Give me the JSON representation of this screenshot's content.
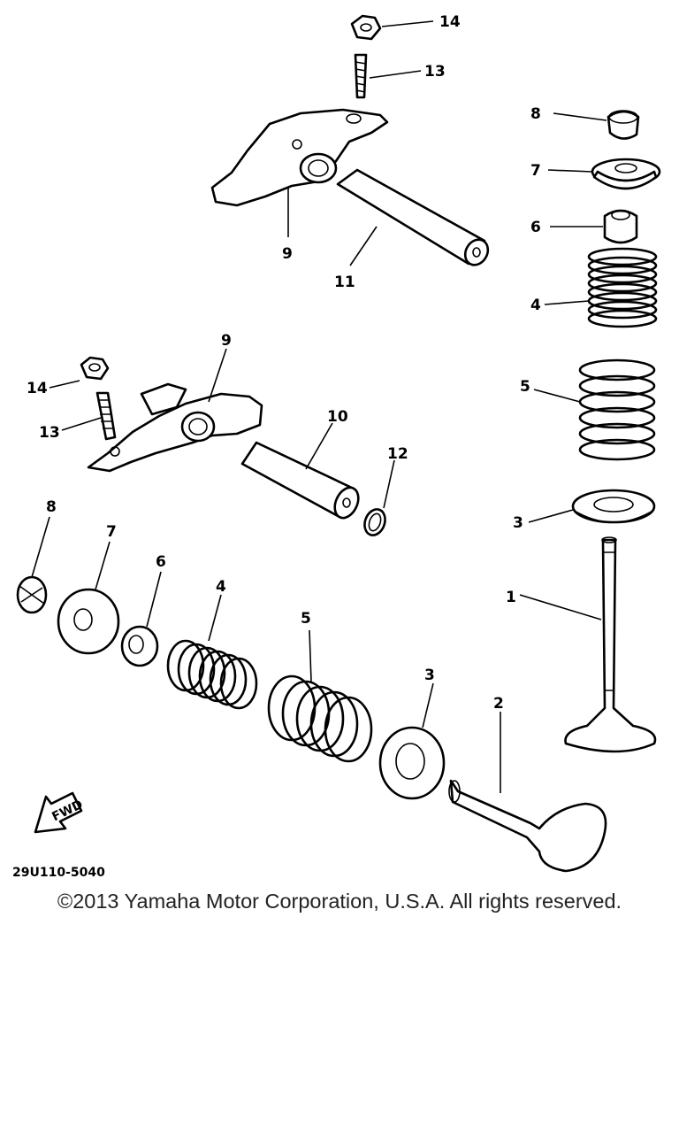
{
  "callouts": {
    "c1": "1",
    "c2": "2",
    "c3a": "3",
    "c3b": "3",
    "c4a": "4",
    "c4b": "4",
    "c5a": "5",
    "c5b": "5",
    "c6a": "6",
    "c6b": "6",
    "c7a": "7",
    "c7b": "7",
    "c8a": "8",
    "c8b": "8",
    "c9a": "9",
    "c9b": "9",
    "c10": "10",
    "c11": "11",
    "c12": "12",
    "c13a": "13",
    "c13b": "13",
    "c14a": "14",
    "c14b": "14"
  },
  "fwd_label": "FWD",
  "diagram_code": "29U110-5040",
  "copyright": "©2013 Yamaha Motor Corporation, U.S.A. All rights reserved."
}
